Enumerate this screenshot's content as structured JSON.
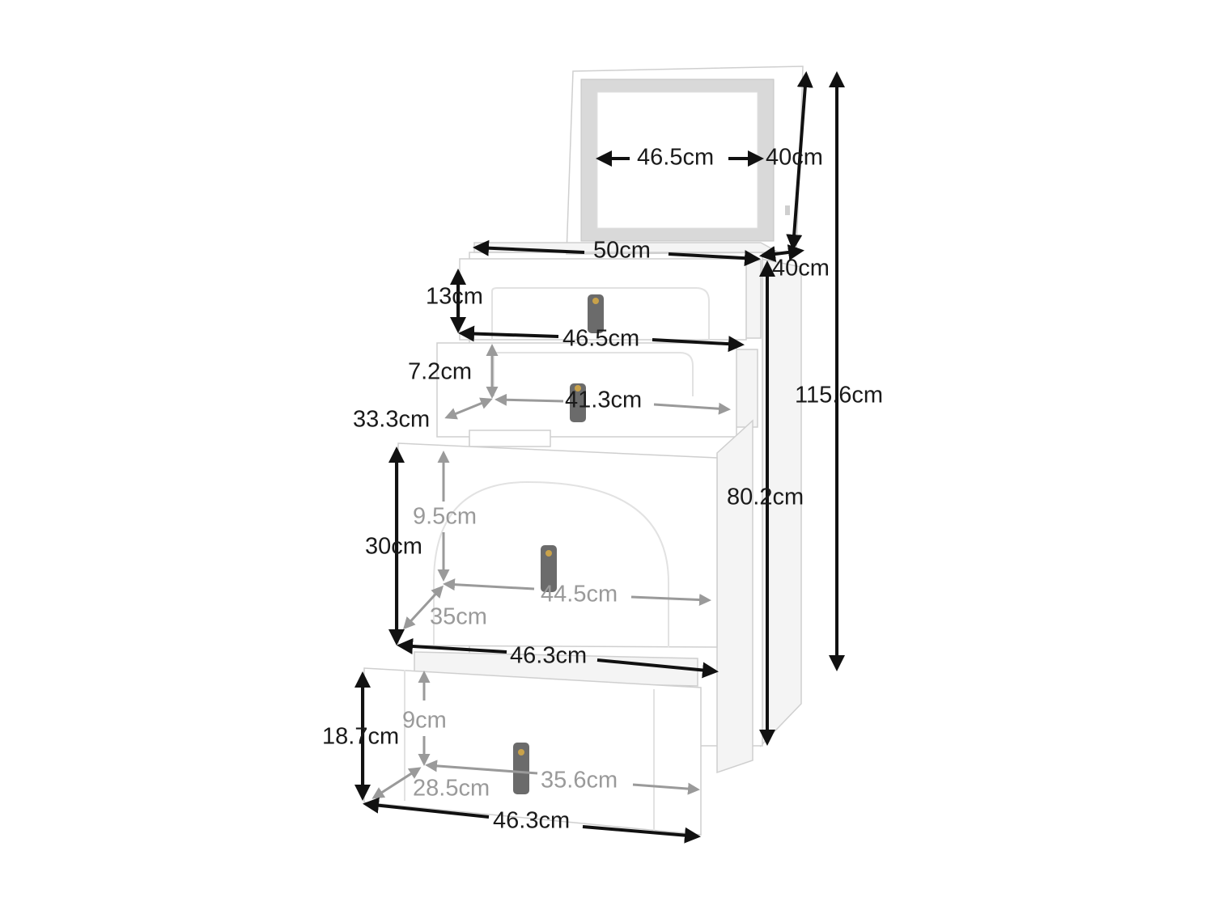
{
  "colors": {
    "dimension_primary": "#1a1a1a",
    "dimension_secondary": "#9a9a9a",
    "furniture": "#ffffff",
    "mirror_frame": "#d9d9d9",
    "handle": "#6b6b6b",
    "handle_stud": "#c9a24a"
  },
  "dimensions": {
    "mirror_width": "46.5cm",
    "mirror_height": "40cm",
    "top_width": "50cm",
    "top_depth": "40cm",
    "drawer1_height": "13cm",
    "drawer1_width": "46.5cm",
    "drawer2_height": "7.2cm",
    "drawer2_inner_width": "41.3cm",
    "drawer2_inner_depth": "33.3cm",
    "total_height": "115.6cm",
    "cabinet_height": "80.2cm",
    "door_height": "30cm",
    "door_inner_height": "9.5cm",
    "door_inner_width": "44.5cm",
    "door_inner_depth": "35cm",
    "door_width": "46.3cm",
    "bottom_drawer_height": "18.7cm",
    "bottom_inner_height": "9cm",
    "bottom_inner_depth": "28.5cm",
    "bottom_inner_width": "35.6cm",
    "bottom_drawer_width": "46.3cm"
  },
  "icons": {
    "handle": "leather-pull-handle-icon"
  }
}
